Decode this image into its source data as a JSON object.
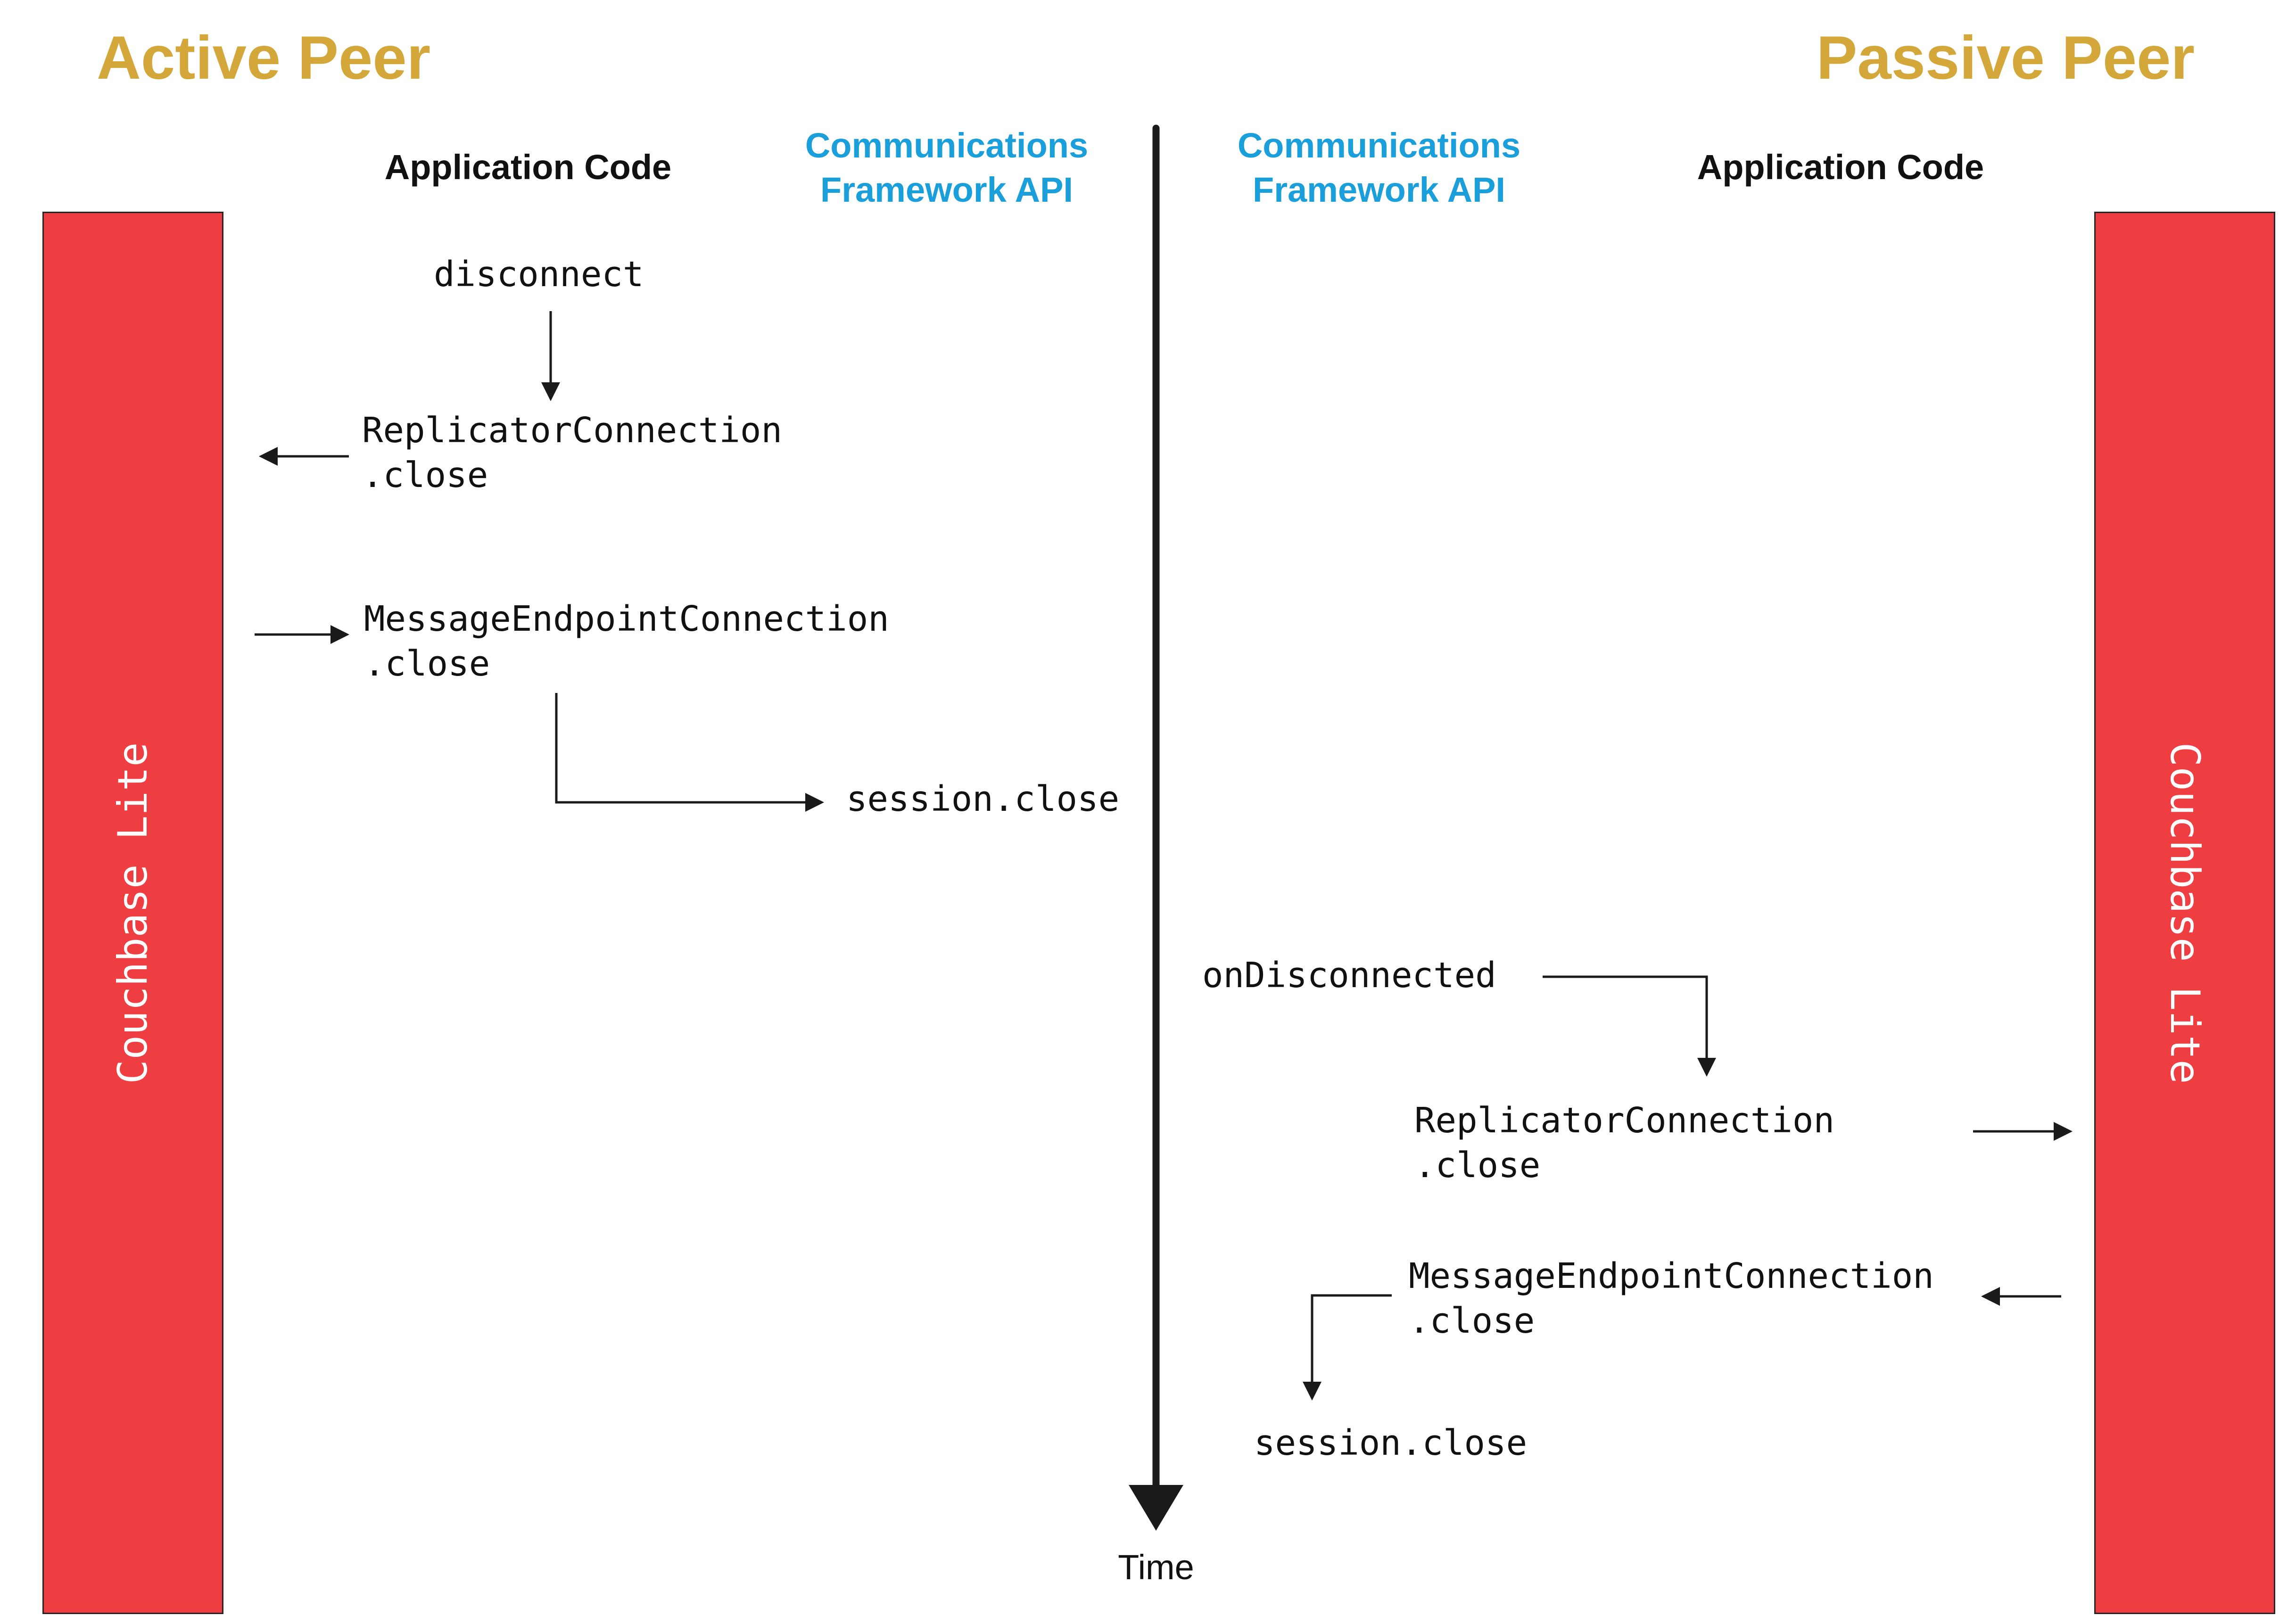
{
  "titles": {
    "active": "Active Peer",
    "passive": "Passive Peer"
  },
  "columns": {
    "left_app_header": "Application Code",
    "left_comms_header": "Communications\nFramework API",
    "right_comms_header": "Communications\nFramework API",
    "right_app_header": "Application Code"
  },
  "bars": {
    "left_label": "Couchbase Lite",
    "right_label": "Couchbase Lite"
  },
  "timeline": {
    "label": "Time"
  },
  "active": {
    "disconnect": "disconnect",
    "replicator_close": "ReplicatorConnection\n.close",
    "endpoint_close": "MessageEndpointConnection\n.close",
    "session_close": "session.close"
  },
  "passive": {
    "on_disconnected": "onDisconnected",
    "replicator_close": "ReplicatorConnection\n.close",
    "endpoint_close": "MessageEndpointConnection\n.close",
    "session_close": "session.close"
  },
  "colors": {
    "peer_title": "#D4A73B",
    "comms_header": "#1A9FDB",
    "bar_fill": "#EF3E42",
    "bar_border": "#262626",
    "text": "#111111",
    "line": "#1a1a1a"
  }
}
